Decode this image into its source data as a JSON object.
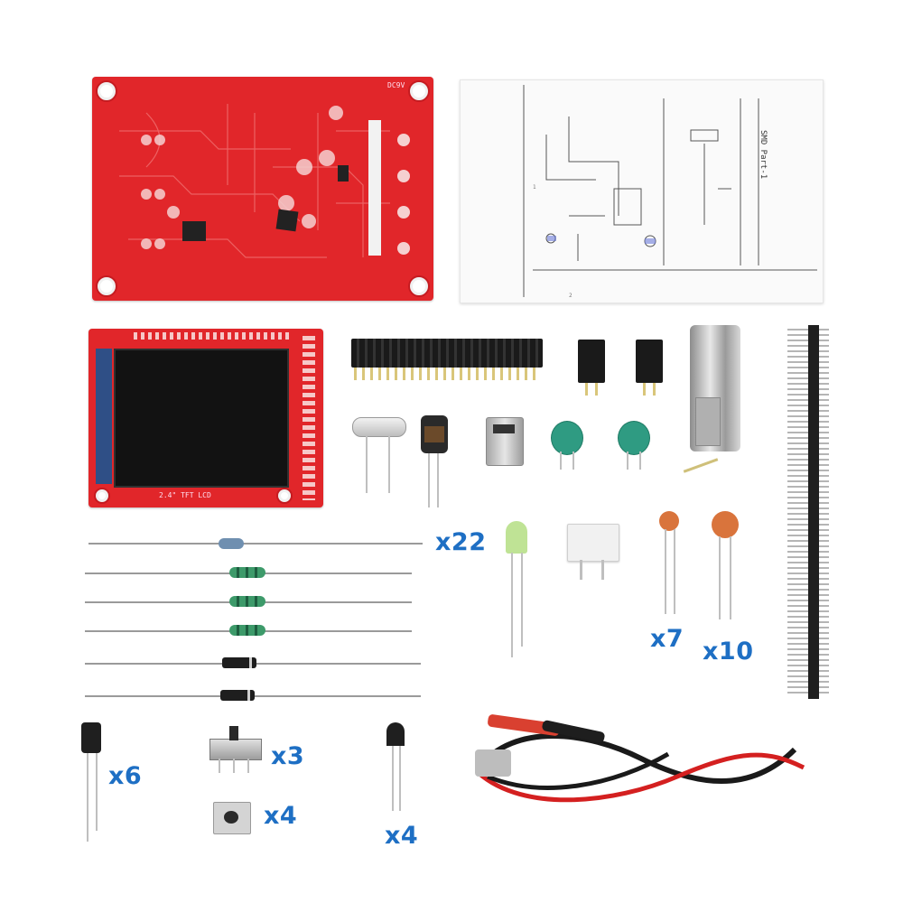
{
  "labels": {
    "pcb_top": "DC9V",
    "schematic_title": "SMD Part-1",
    "lcd_label": "2.4\" TFT LCD",
    "qty_resistor": "x22",
    "qty_cap_small": "x7",
    "qty_cap_large": "x10",
    "qty_electrolytic": "x6",
    "qty_switch": "x3",
    "qty_button": "x4",
    "qty_transistor": "x4"
  },
  "colors": {
    "pcb_red": "#e1262a",
    "qty_blue": "#1e6fc4",
    "lcd_screen": "#121212",
    "header_black": "#1a1a1a",
    "capacitor_orange": "#d9743c",
    "inductor_green": "#2f9b82"
  }
}
